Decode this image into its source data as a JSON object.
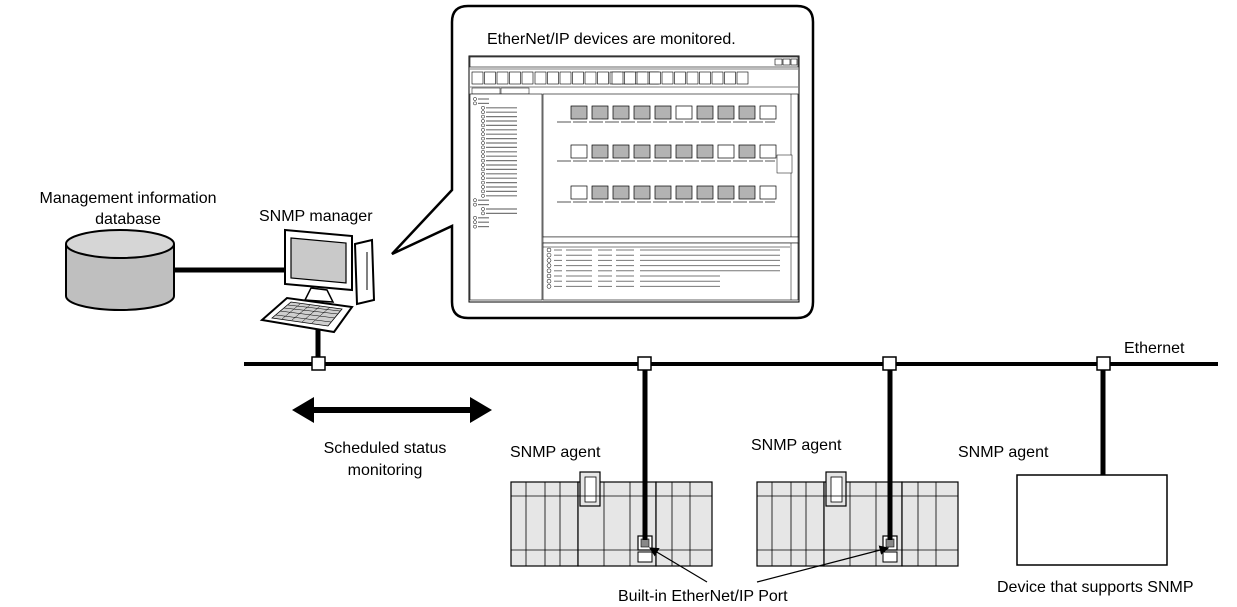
{
  "labels": {
    "callout_title": "EtherNet/IP devices are monitored.",
    "db_label_line1": "Management information",
    "db_label_line2": "database",
    "manager_label": "SNMP manager",
    "ethernet_label": "Ethernet",
    "monitoring_line1": "Scheduled status",
    "monitoring_line2": "monitoring",
    "agent1_label": "SNMP agent",
    "agent2_label": "SNMP agent",
    "agent3_label": "SNMP agent",
    "device_label": "Device that supports SNMP",
    "port_label": "Built-in EtherNet/IP Port"
  },
  "colors": {
    "line": "#000000",
    "device_fill": "#e6e6e6",
    "db_fill": "#bfbfbf",
    "monitor_screen": "#c9c9c9",
    "gray_cell": "#b3b3b3"
  }
}
